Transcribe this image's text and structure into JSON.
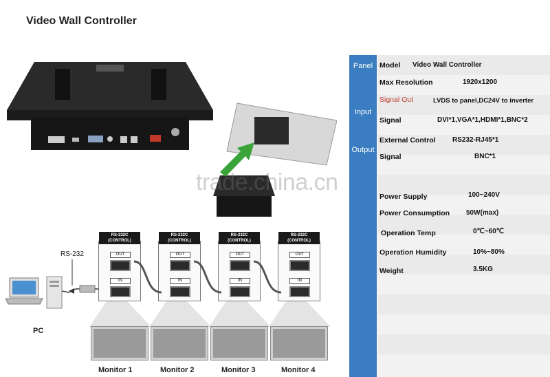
{
  "title": "Video Wall Controller",
  "watermark": "trade.china.cn",
  "diagram": {
    "rs232_label": "RS-232",
    "pc_label": "PC",
    "controller_header": "RS-232C\n(CONTROL)",
    "out_label": "OUT",
    "in_label": "IN",
    "monitors": [
      "Monitor 1",
      "Monitor 2",
      "Monitor 3",
      "Monitor 4"
    ]
  },
  "spec": {
    "sections": {
      "panel": "Panel",
      "input": "Input",
      "output": "Output"
    },
    "rows": [
      {
        "key": "Model",
        "value": "Video Wall Controller"
      },
      {
        "key": "Max Resolution",
        "value": "1920x1200"
      },
      {
        "key": "Signal Out",
        "value": "LVDS to panel,DC24V to inverter"
      },
      {
        "key": "Signal",
        "value": "DVI*1,VGA*1,HDMI*1,BNC*2"
      },
      {
        "key": "External Control",
        "value": "RS232-RJ45*1"
      },
      {
        "key": "Signal",
        "value": "BNC*1"
      },
      {
        "key": "Power Supply",
        "value": "100~240V"
      },
      {
        "key": "Power Consumption",
        "value": "50W(max)"
      },
      {
        "key": "Operation Temp",
        "value": "0℃~60℃"
      },
      {
        "key": "Operation Humidity",
        "value": "10%~80%"
      },
      {
        "key": "Weight",
        "value": "3.5KG"
      }
    ]
  },
  "colors": {
    "sidebar": "#3a7dc0",
    "arrow": "#3aa33a",
    "highlight": "#c0392b"
  }
}
